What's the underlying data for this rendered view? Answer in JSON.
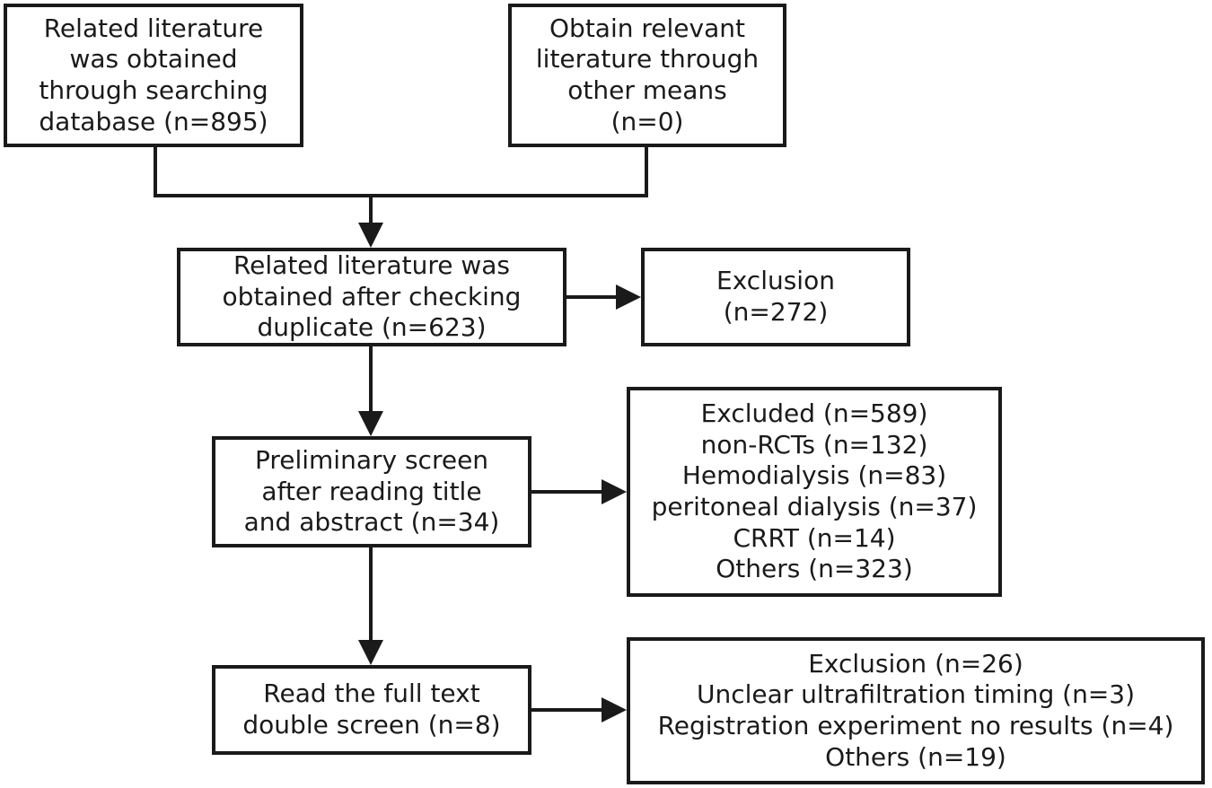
{
  "boxes": {
    "database_search": {
      "lines": [
        "Related literature",
        "was obtained",
        "through searching",
        "database (n=895)"
      ]
    },
    "other_means": {
      "lines": [
        "Obtain relevant",
        "literature through",
        "other means",
        "(n=0)"
      ]
    },
    "after_duplicates": {
      "lines": [
        "Related literature was",
        "obtained after checking",
        "duplicate (n=623)"
      ]
    },
    "exclusion_duplicates": {
      "lines": [
        "Exclusion",
        "(n=272)"
      ]
    },
    "preliminary_screen": {
      "lines": [
        "Preliminary screen",
        "after reading title",
        "and abstract (n=34)"
      ]
    },
    "excluded_screen": {
      "lines": [
        "Excluded (n=589)",
        "non-RCTs (n=132)",
        "Hemodialysis (n=83)",
        "peritoneal dialysis (n=37)",
        "CRRT (n=14)",
        "Others (n=323)"
      ]
    },
    "full_text": {
      "lines": [
        "Read the full text",
        "double screen (n=8)"
      ]
    },
    "exclusion_full_text": {
      "lines": [
        "Exclusion (n=26)",
        "Unclear ultrafiltration timing (n=3)",
        "Registration experiment no results (n=4)",
        "Others (n=19)"
      ]
    }
  },
  "colors": {
    "stroke": "#1a1a1a",
    "background": "#ffffff"
  }
}
